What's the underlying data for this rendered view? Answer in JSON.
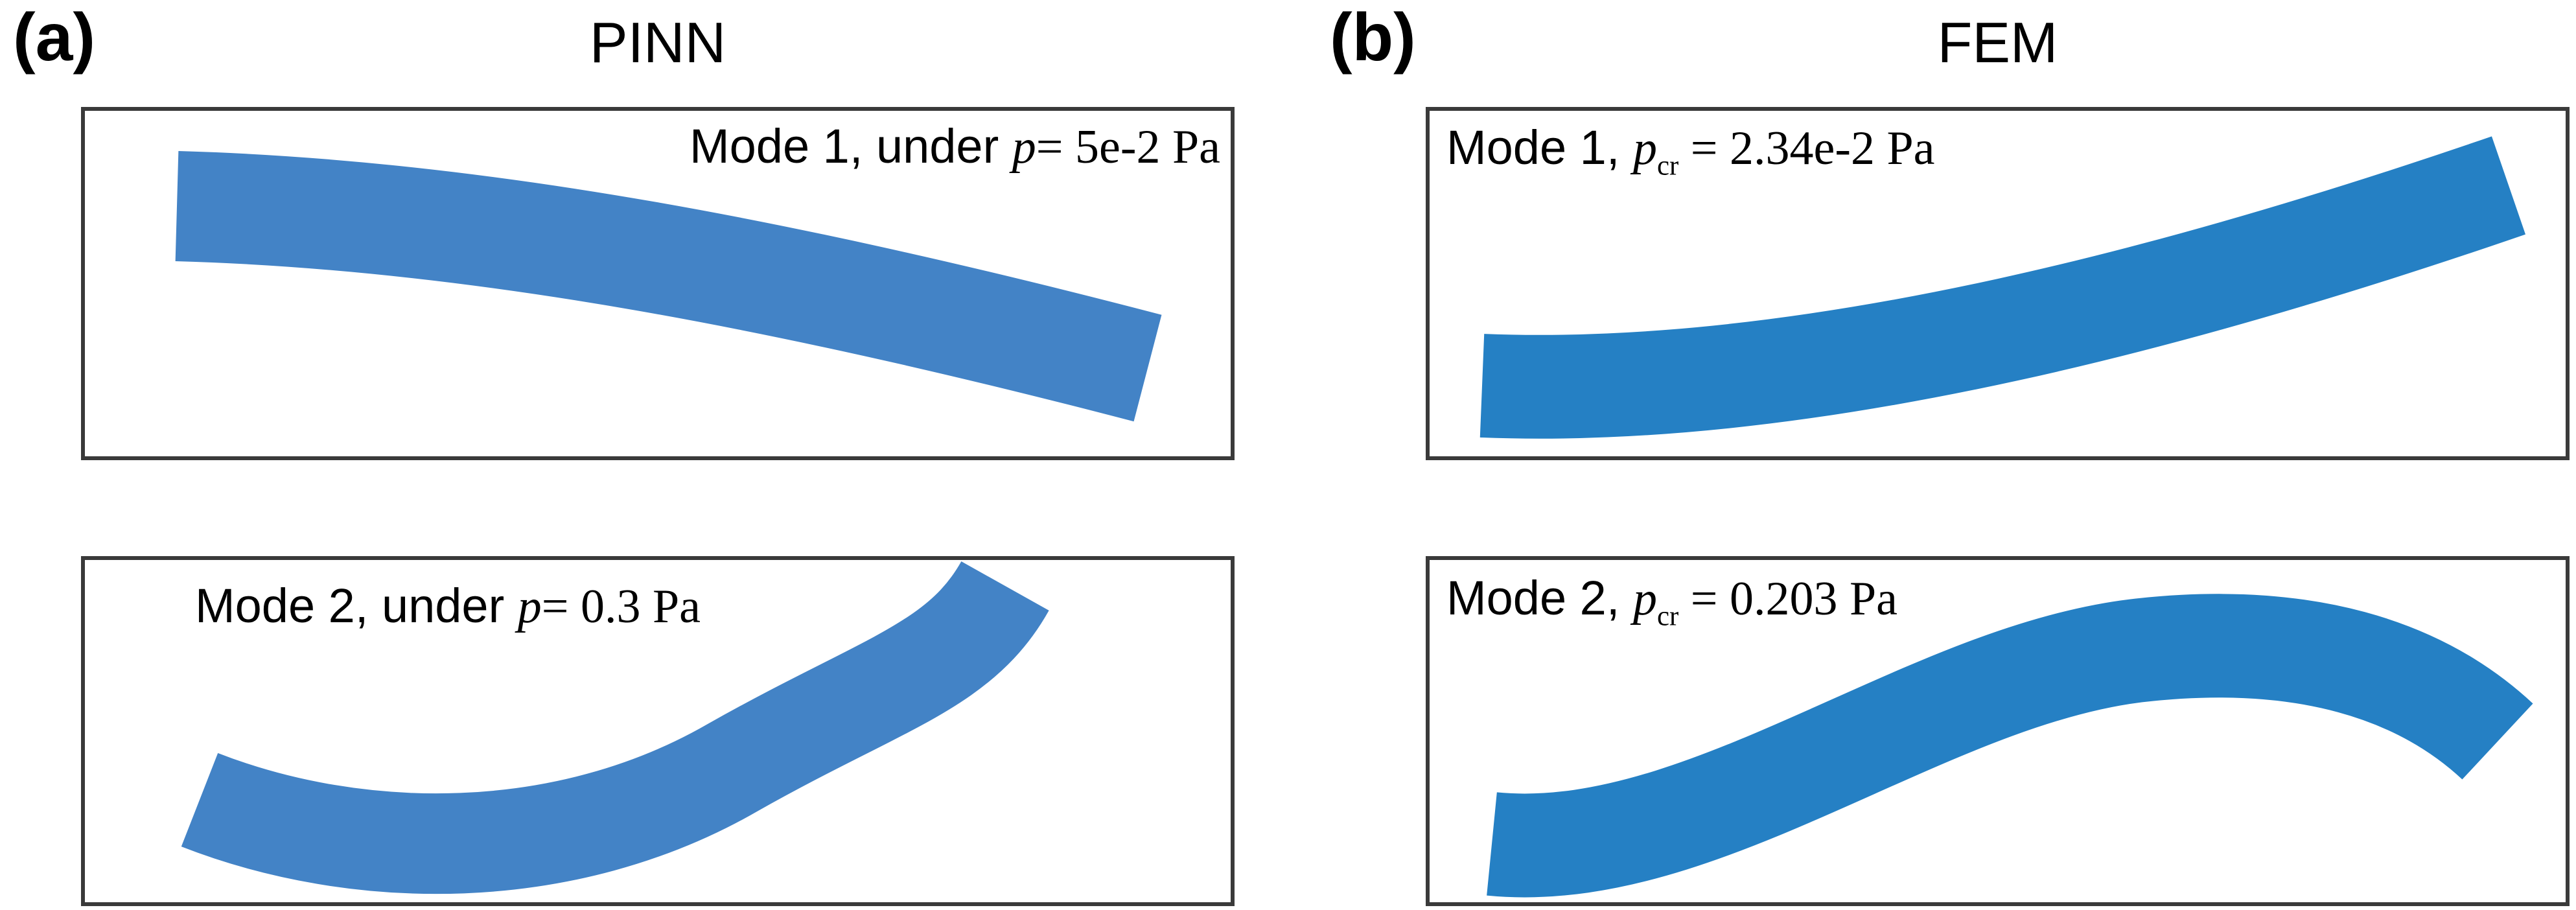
{
  "figure": {
    "labels": {
      "a": "(a)",
      "b": "(b)"
    },
    "columns": {
      "pinn_title": "PINN",
      "fem_title": "FEM"
    },
    "panels": [
      {
        "id": "pinn-mode-1",
        "sans": "Mode 1, under ",
        "var": "p",
        "sub": "",
        "eq": "= 5e-2 Pa"
      },
      {
        "id": "pinn-mode-2",
        "sans": "Mode 2, under ",
        "var": "p",
        "sub": "",
        "eq": "= 0.3 Pa"
      },
      {
        "id": "fem-mode-1",
        "sans": "Mode 1, ",
        "var": "p",
        "sub": "cr",
        "eq": " = 2.34e-2 Pa"
      },
      {
        "id": "fem-mode-2",
        "sans": "Mode 2, ",
        "var": "p",
        "sub": "cr",
        "eq": " = 0.203 Pa"
      }
    ],
    "colors": {
      "beam_pinn": "#4383c6",
      "beam_fem": "#2580c4",
      "panel_border": "#3a3a3a",
      "text": "#000000",
      "background": "#ffffff"
    }
  }
}
